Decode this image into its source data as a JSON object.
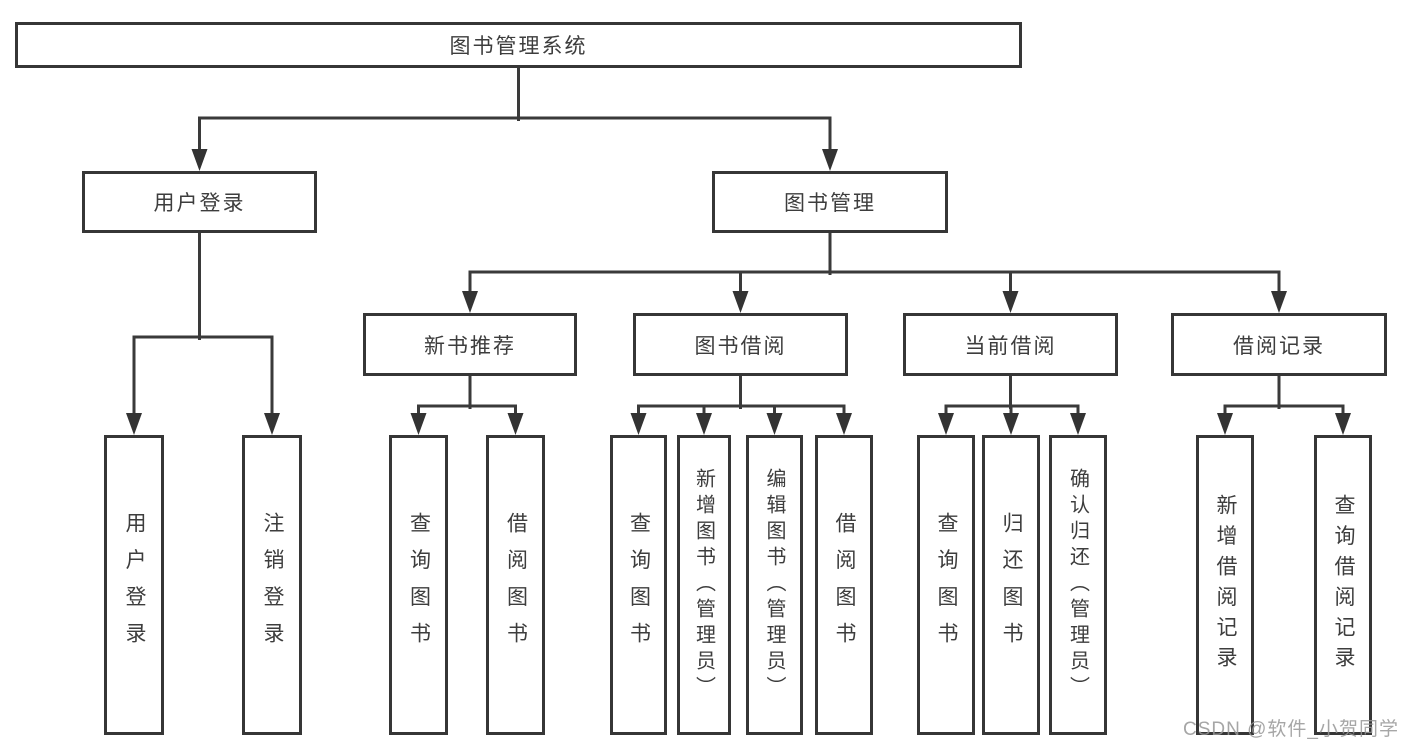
{
  "colors": {
    "background": "#ffffff",
    "line": "#3a3a3a",
    "box_border": "#363636",
    "text": "#3d3d3d",
    "watermark": "#969696"
  },
  "tree": {
    "root": {
      "label": "图书管理系统",
      "children": [
        {
          "label": "用户登录",
          "children": [
            {
              "label": "用户登录"
            },
            {
              "label": "注销登录"
            }
          ]
        },
        {
          "label": "图书管理",
          "children": [
            {
              "label": "新书推荐",
              "children": [
                {
                  "label": "查询图书"
                },
                {
                  "label": "借阅图书"
                }
              ]
            },
            {
              "label": "图书借阅",
              "children": [
                {
                  "label": "查询图书"
                },
                {
                  "label": "新增图书（管理员）"
                },
                {
                  "label": "编辑图书（管理员）"
                },
                {
                  "label": "借阅图书"
                }
              ]
            },
            {
              "label": "当前借阅",
              "children": [
                {
                  "label": "查询图书"
                },
                {
                  "label": "归还图书"
                },
                {
                  "label": "确认归还（管理员）"
                }
              ]
            },
            {
              "label": "借阅记录",
              "children": [
                {
                  "label": "新增借阅记录"
                },
                {
                  "label": "查询借阅记录"
                }
              ]
            }
          ]
        }
      ]
    }
  },
  "watermark": {
    "text": "CSDN @软件_小贺同学"
  }
}
